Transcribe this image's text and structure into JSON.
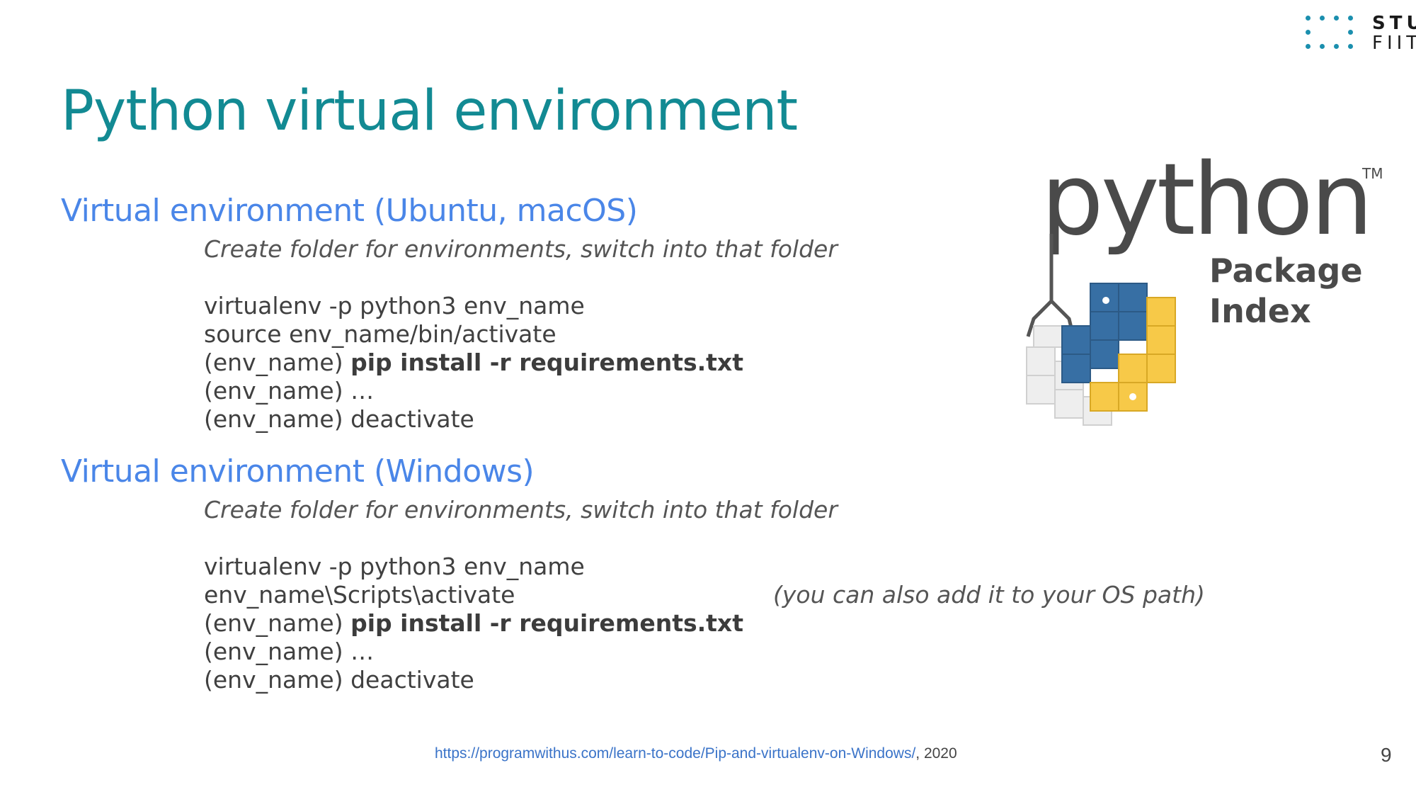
{
  "logo": {
    "line1": "STU",
    "line2": "FIIT"
  },
  "title": "Python virtual environment",
  "sections": [
    {
      "heading": "Virtual environment (Ubuntu, macOS)",
      "note": "Create folder for environments, switch into that folder",
      "cmd1": "virtualenv -p python3 env_name",
      "cmd2": "source env_name/bin/activate",
      "prefix": "(env_name)",
      "install": "pip install -r requirements.txt",
      "ellipsis": "…",
      "deactivate": "deactivate"
    },
    {
      "heading": "Virtual environment (Windows)",
      "note": "Create folder for environments, switch into that folder",
      "cmd1": "virtualenv -p python3 env_name",
      "cmd2": "env_name\\Scripts\\activate",
      "cmd2_note": "(you can also add it to your OS path)",
      "prefix": "(env_name)",
      "install": "pip install -r requirements.txt",
      "ellipsis": "…",
      "deactivate": "deactivate"
    }
  ],
  "pypi_logo": {
    "word": "python",
    "tm": "TM",
    "line1": "Package",
    "line2": "Index"
  },
  "footer": {
    "link": "https://programwithus.com/learn-to-code/Pip-and-virtualenv-on-Windows/",
    "year": ", 2020"
  },
  "page_number": "9",
  "colors": {
    "title": "#128a93",
    "heading": "#4a86e8",
    "link": "#3a73c8",
    "python_blue": "#376fa4",
    "python_yellow": "#f7c948"
  }
}
